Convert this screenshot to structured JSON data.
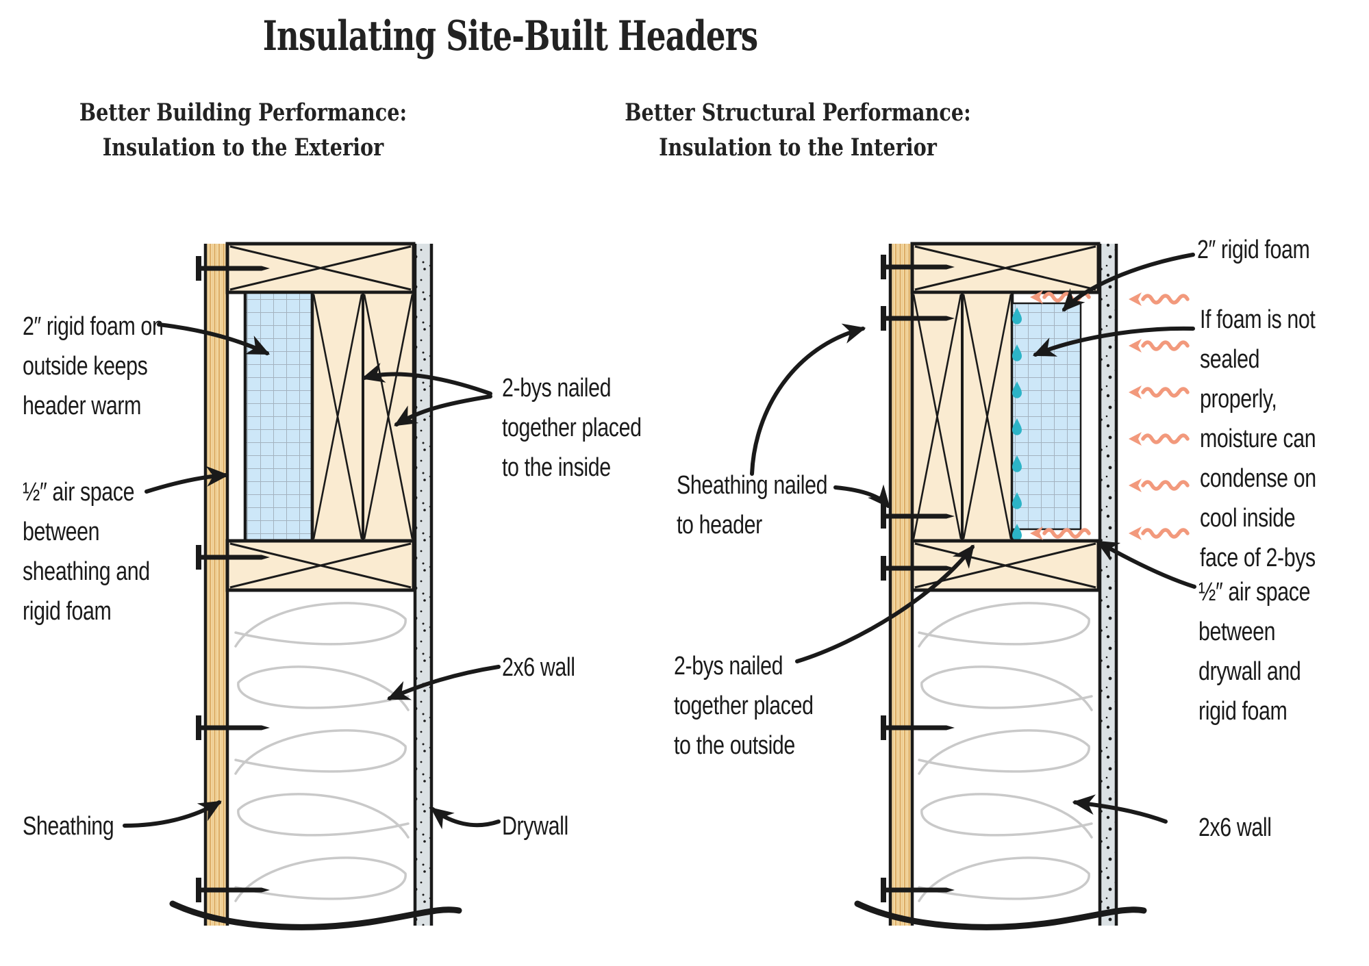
{
  "title": "Insulating Site-Built Headers",
  "colors": {
    "wood_plate": "#FAEBD1",
    "sheathing": "#F4D9A3",
    "sheathing_grain": "#D9A75F",
    "rigid_foam": "#CDE7F8",
    "foam_grid": "#A3B2BF",
    "drywall": "#DBE1E4",
    "batt_insulation": "#C9C9C9",
    "moisture_arrow": "#F2997C",
    "condensation_drop": "#2CB4C7",
    "line": "#1A1A1A"
  },
  "left": {
    "heading": "Better Building Performance:\nInsulation to the Exterior",
    "labels": {
      "rigid_foam": "2″ rigid foam on\noutside keeps\nheader warm",
      "air_space": "½″ air space\nbetween\nsheathing and\nrigid foam",
      "two_bys": "2-bys nailed\ntogether placed\nto the inside",
      "wall": "2x6 wall",
      "sheathing": "Sheathing",
      "drywall": "Drywall"
    }
  },
  "right": {
    "heading": "Better Structural Performance:\nInsulation to the Interior",
    "labels": {
      "rigid_foam": "2″ rigid foam",
      "moisture": "If foam is not\nsealed properly,\nmoisture can\ncondense on\ncool inside\nface of 2-bys",
      "sheathing_nailed": "Sheathing nailed\nto header",
      "two_bys": "2-bys nailed\ntogether placed\nto the outside",
      "air_space": "½″ air space\nbetween\ndrywall and\nrigid foam",
      "wall": "2x6 wall"
    }
  }
}
